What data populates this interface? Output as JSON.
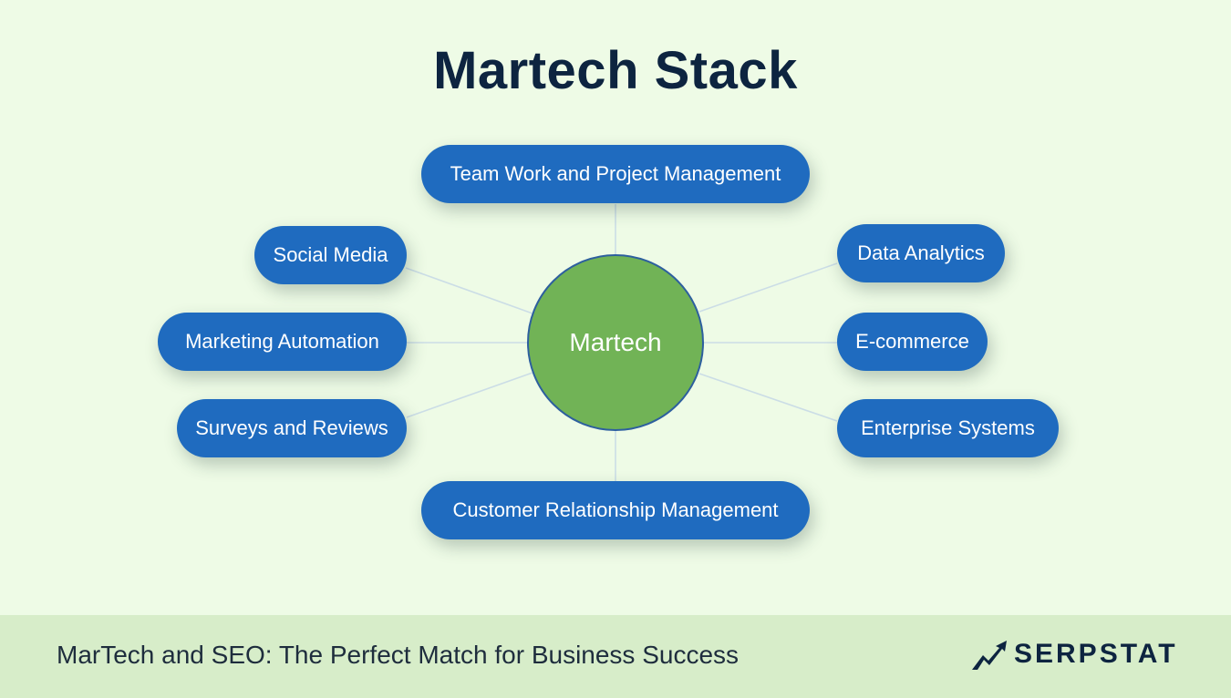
{
  "title": "Martech Stack",
  "center": {
    "label": "Martech"
  },
  "nodes": {
    "team_work": "Team Work and Project Management",
    "social_media": "Social Media",
    "marketing_automation": "Marketing Automation",
    "surveys_reviews": "Surveys and Reviews",
    "crm": "Customer Relationship Management",
    "data_analytics": "Data Analytics",
    "ecommerce": "E-commerce",
    "enterprise_systems": "Enterprise Systems"
  },
  "footer": {
    "text": "MarTech and SEO: The Perfect Match for Business Success",
    "brand": "SERPSTAT"
  },
  "colors": {
    "background": "#eefbe6",
    "pill": "#1f6bbf",
    "center": "#71b356",
    "title": "#0d2440",
    "footer_band": "#d7edc9"
  }
}
